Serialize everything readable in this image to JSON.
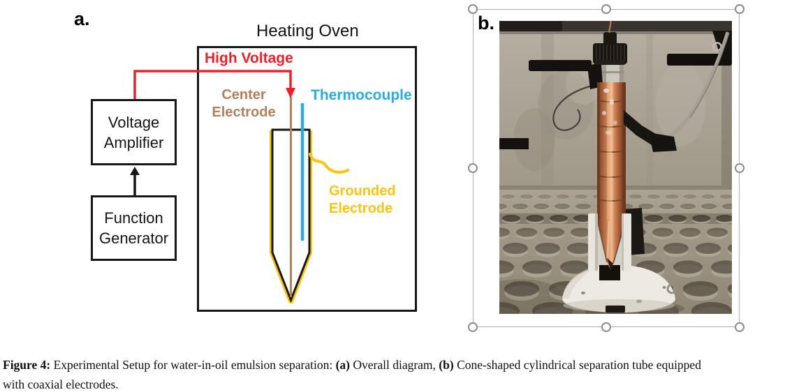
{
  "theme": {
    "red": "#e8212a",
    "brown": "#b0805f",
    "cyan": "#29abe2",
    "yellow": "#fcc30f",
    "ink": "#161616",
    "handle-stroke": "#8c8c8c",
    "selection-line": "#adadad"
  },
  "panel_a": {
    "label": "a.",
    "heating_oven_label": "Heating Oven",
    "high_voltage_label": "High Voltage",
    "center_electrode_label": {
      "line1": "Center",
      "line2": "Electrode"
    },
    "thermocouple_label": "Thermocouple",
    "grounded_electrode_label": {
      "line1": "Grounded",
      "line2": "Electrode"
    },
    "voltage_amplifier_box": {
      "line1": "Voltage",
      "line2": "Amplifier"
    },
    "function_generator_box": {
      "line1": "Function",
      "line2": "Generator"
    }
  },
  "panel_b": {
    "label": "b."
  },
  "caption": {
    "figure_label": "Figure 4:",
    "segment_1": " Experimental Setup for water-in-oil emulsion separation: ",
    "a_marker": "(a)",
    "segment_2": " Overall diagram, ",
    "b_marker": "(b)",
    "segment_3": " Cone-shaped cylindrical separation tube equipped",
    "line_2": "with coaxial electrodes."
  }
}
